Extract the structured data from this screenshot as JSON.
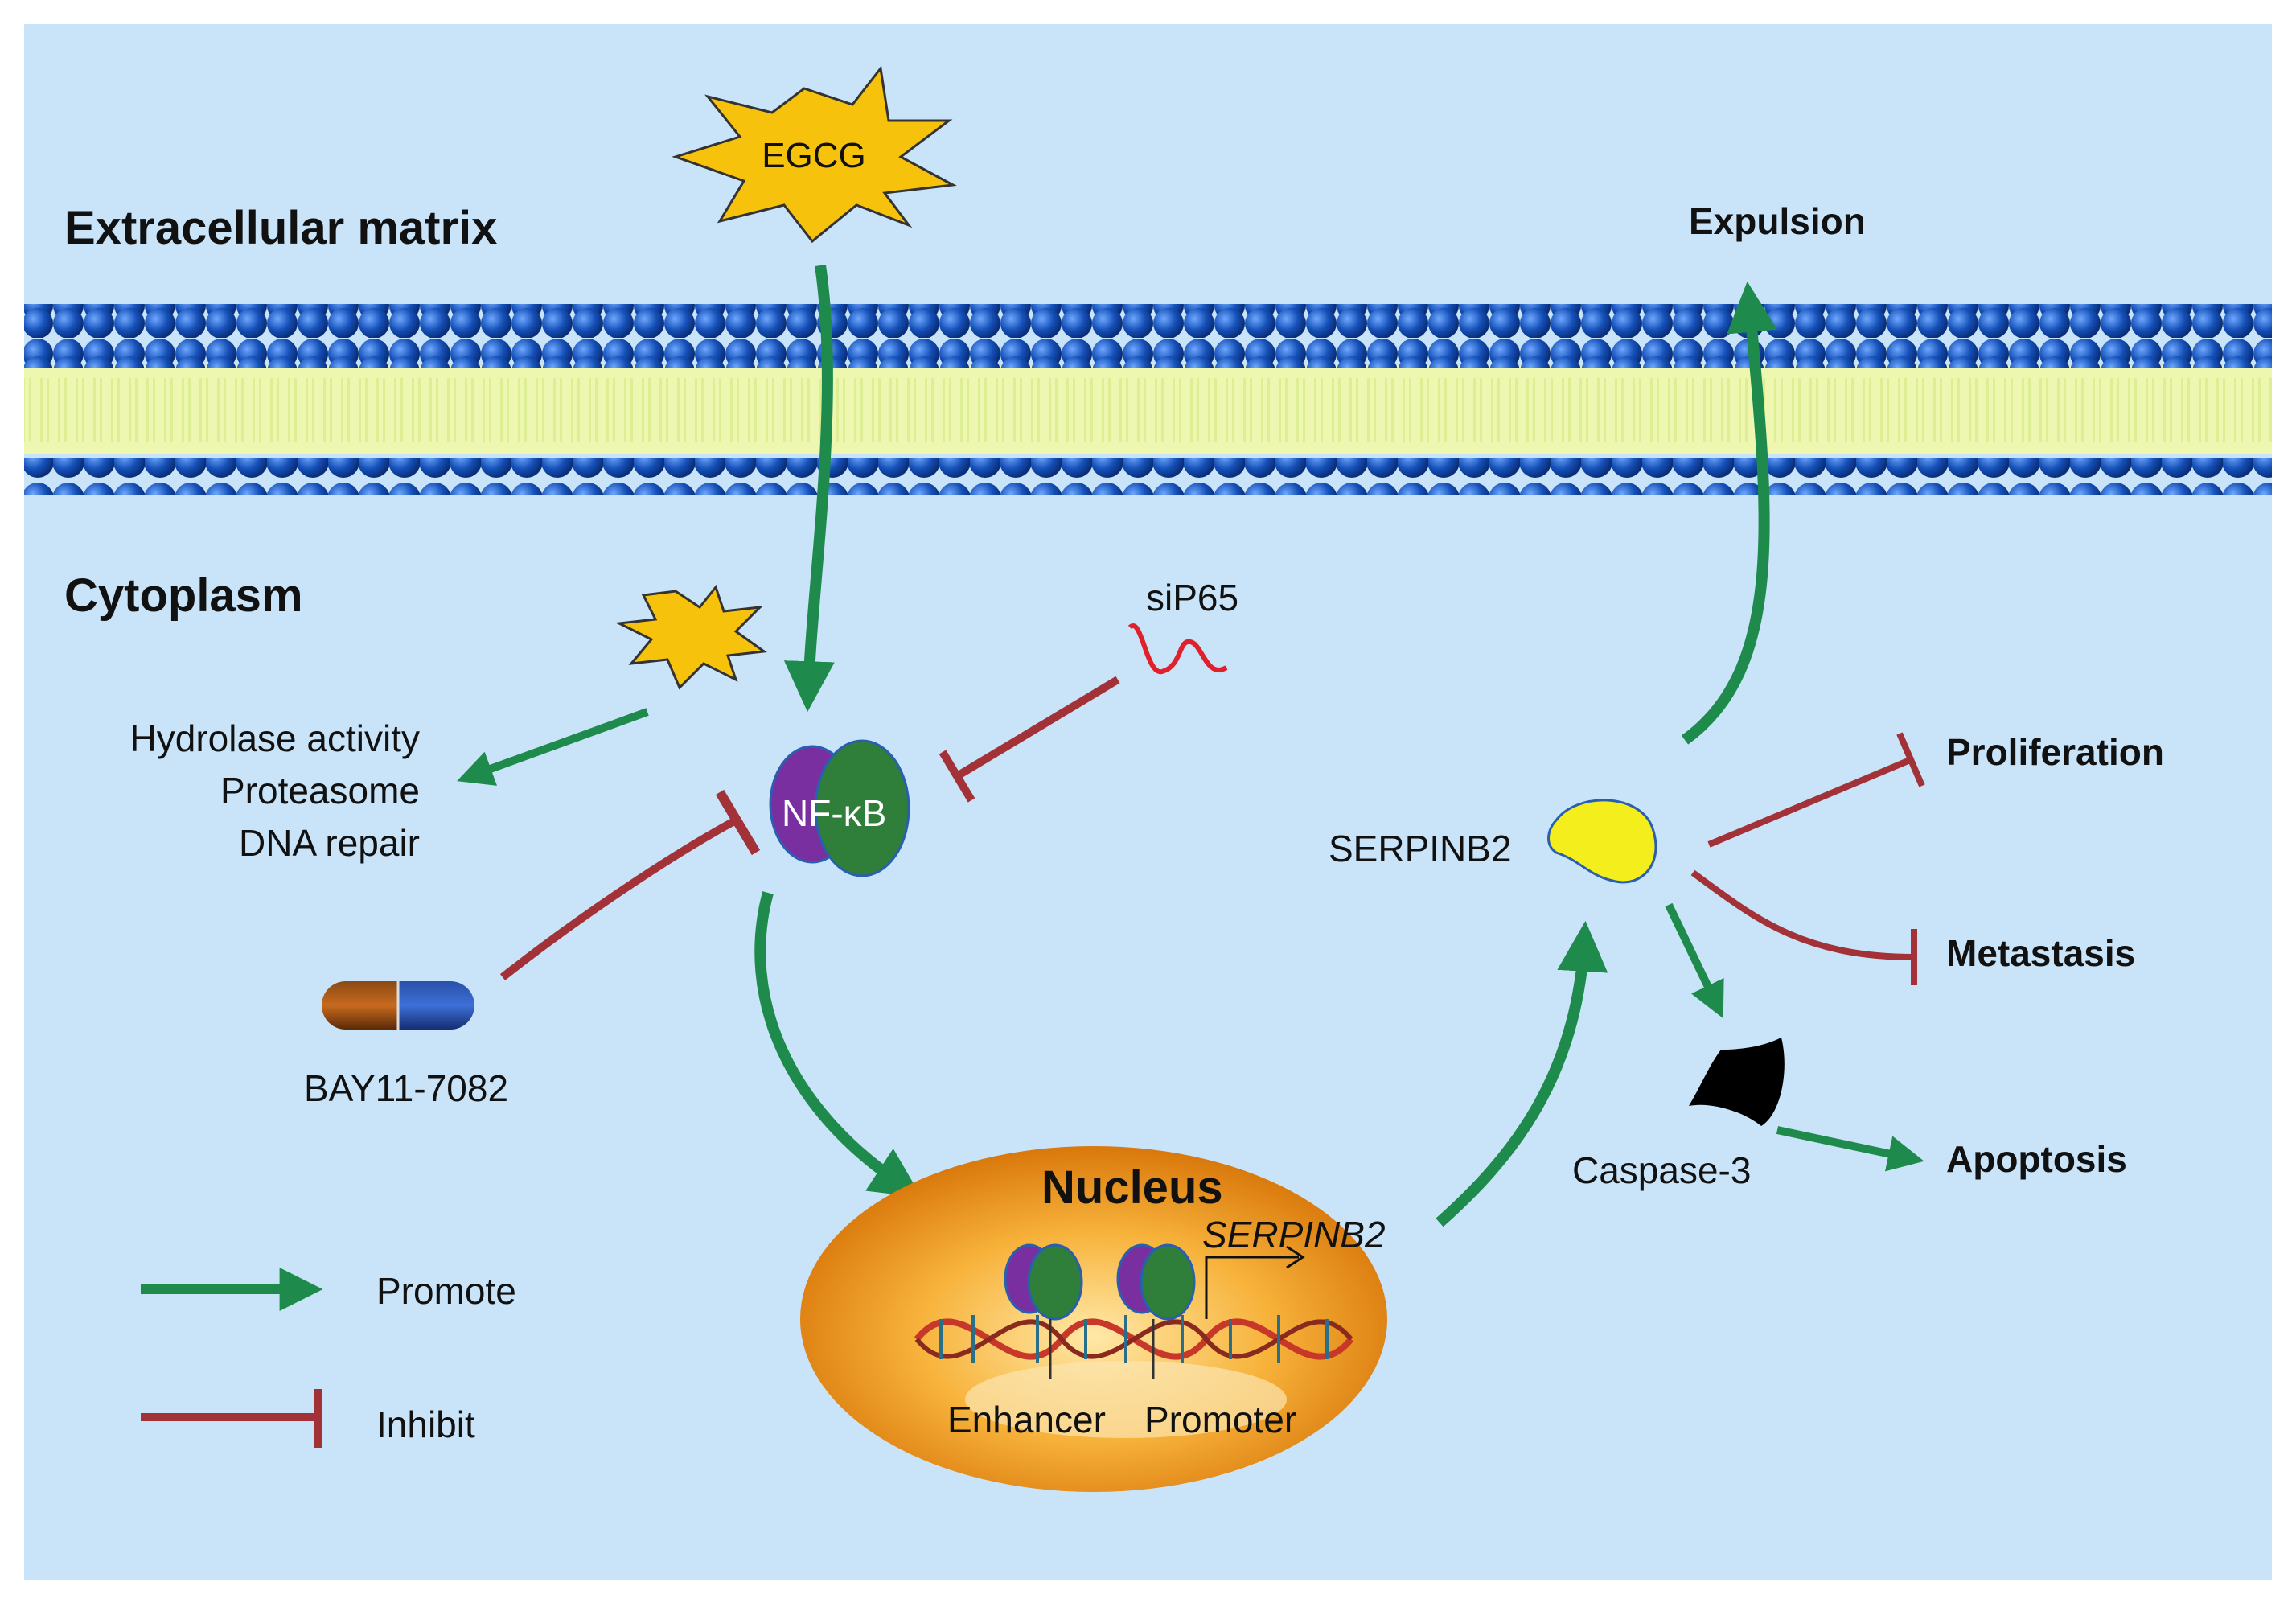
{
  "regions": {
    "extracellular": "Extracellular matrix",
    "cytoplasm": "Cytoplasm",
    "nucleus": "Nucleus"
  },
  "nodes": {
    "egcg": "EGCG",
    "nfkb": "NF-κB",
    "sip65": "siP65",
    "bay": "BAY11-7082",
    "serpinb2": "SERPINB2",
    "serpinb2_gene": "SERPINB2",
    "caspase3": "Caspase-3",
    "enhancer": "Enhancer",
    "promoter": "Promoter"
  },
  "functions": [
    "Hydrolase activity",
    "Proteasome",
    "DNA repair"
  ],
  "outcomes": {
    "expulsion": "Expulsion",
    "proliferation": "Proliferation",
    "metastasis": "Metastasis",
    "apoptosis": "Apoptosis"
  },
  "legend": {
    "promote": "Promote",
    "inhibit": "Inhibit"
  },
  "colors": {
    "background": "#c9e4f8",
    "promote_arrow": "#1e8a4c",
    "inhibit_line": "#a33238",
    "membrane_bead": "#1550b8",
    "membrane_core": "#e8f5a8",
    "starburst": "#f7c20c",
    "nfkb_purple": "#7a2fa0",
    "nfkb_green": "#2f7e3a",
    "serpinb2": "#f4ef1c",
    "caspase": "#000000",
    "nucleus": "#f0a020"
  }
}
